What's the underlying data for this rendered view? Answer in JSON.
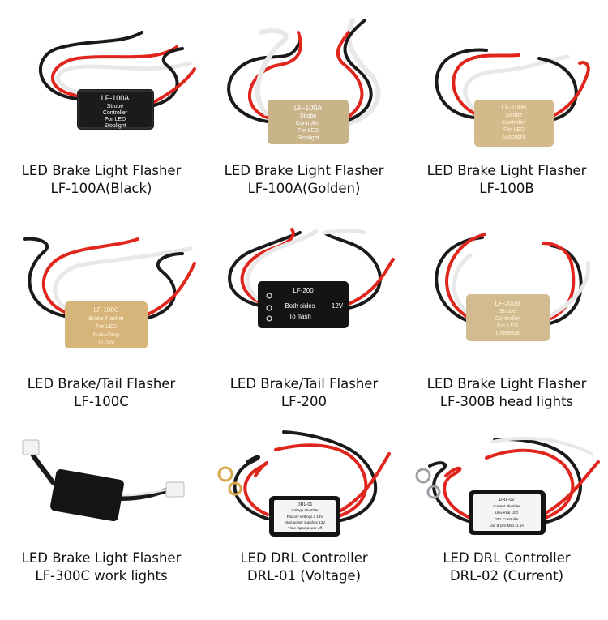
{
  "products": [
    {
      "caption_1": "LED Brake Light Flasher",
      "caption_2": "LF-100A(Black)",
      "box_text": [
        "LF-100A",
        "Strobe",
        "Controller",
        "For LED",
        "Stoplight"
      ],
      "box_color": "#1b1b1b",
      "text_color": "#ffffff",
      "device_type": "flasher-black"
    },
    {
      "caption_1": "LED Brake Light Flasher",
      "caption_2": "LF-100A(Golden)",
      "box_text": [
        "LF-100A",
        "Strobe",
        "Controller",
        "For LED",
        "Stoplight"
      ],
      "box_color": "#c9b48a",
      "text_color": "#ffffff",
      "device_type": "flasher-gold"
    },
    {
      "caption_1": "LED Brake Light Flasher",
      "caption_2": "LF-100B",
      "box_text": [
        "LF-100B",
        "Strobe",
        "Controller",
        "For LED",
        "Stoplight"
      ],
      "box_color": "#d4b98a",
      "text_color": "#fff4dc",
      "device_type": "flasher-gold"
    },
    {
      "caption_1": "LED Brake/Tail Flasher",
      "caption_2": "LF-100C",
      "box_text": [
        "LF-100C",
        "Brake Flasher",
        "For LED",
        "Brake/Stop",
        "12-24V"
      ],
      "box_color": "#d7b47a",
      "text_color": "#fff4dc",
      "device_type": "flasher-gold"
    },
    {
      "caption_1": "LED Brake/Tail Flasher",
      "caption_2": "LF-200",
      "box_text": [
        "LF-200",
        "Both sides",
        "To flash",
        "12V"
      ],
      "box_color": "#141414",
      "text_color": "#ffffff",
      "device_type": "flasher-black"
    },
    {
      "caption_1": "LED Brake Light Flasher",
      "caption_2": "LF-300B head lights",
      "box_text": [
        "LF-300B",
        "Strobe",
        "Controller",
        "For LED",
        "Universal"
      ],
      "box_color": "#d2bc8f",
      "text_color": "#fff4dc",
      "device_type": "flasher-gold"
    },
    {
      "caption_1": "LED Brake Light Flasher",
      "caption_2": "LF-300C work lights",
      "box_text": [],
      "box_color": "#151515",
      "text_color": "#ffffff",
      "device_type": "plug-module"
    },
    {
      "caption_1": "LED DRL Controller",
      "caption_2": "DRL-01 (Voltage)",
      "box_text": [
        "DRL-01",
        "Voltage Identifier",
        "Factory settings ≥ 13V",
        "Start power supply ≥ 13V",
        "Time-lapse power off"
      ],
      "box_color": "#141414",
      "text_color": "#111111",
      "device_type": "drl"
    },
    {
      "caption_1": "LED DRL Controller",
      "caption_2": "DRL-02 (Current)",
      "box_text": [
        "DRL-02",
        "Current Identifier",
        "Universal LED",
        "DRL Controller",
        "Vol: 8-16V   Max: 1.5A"
      ],
      "box_color": "#141414",
      "text_color": "#111111",
      "device_type": "drl"
    }
  ],
  "colors": {
    "wire_red": "#e0251d",
    "wire_black": "#1a1a1a",
    "wire_white": "#e8e8e8",
    "background": "#ffffff"
  }
}
